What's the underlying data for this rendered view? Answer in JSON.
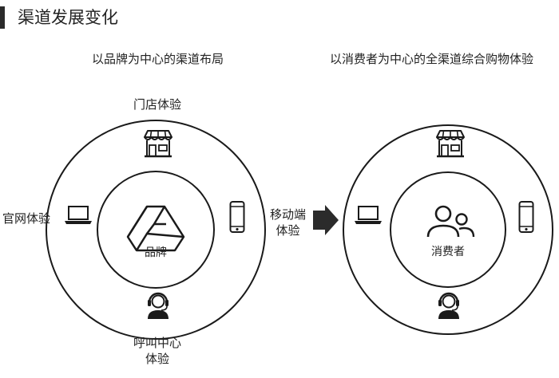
{
  "page": {
    "title": "渠道发展变化"
  },
  "left": {
    "caption": "以品牌为中心的渠道布局",
    "center": {
      "label": "品牌",
      "icon": "brand-logo-icon"
    },
    "channels": {
      "top": {
        "label": "门店体验",
        "icon": "store-icon"
      },
      "left": {
        "label": "官网体验",
        "icon": "laptop-icon"
      },
      "right": {
        "icon": "phone-icon"
      },
      "bottom": {
        "line1": "呼叫中心",
        "line2": "体验",
        "icon": "headset-icon"
      }
    }
  },
  "connector": {
    "line1": "移动端",
    "line2": "体验",
    "icon": "arrow-right-icon"
  },
  "right": {
    "caption": "以消费者为中心的全渠道综合购物体验",
    "center": {
      "label": "消费者",
      "icon": "consumers-icon"
    },
    "channels": {
      "top": {
        "icon": "store-icon"
      },
      "left": {
        "icon": "laptop-icon"
      },
      "right": {
        "icon": "phone-icon"
      },
      "bottom": {
        "icon": "headset-icon"
      }
    }
  },
  "colors": {
    "line": "#1a1a1a",
    "accent": "#2b2b2b",
    "background": "#ffffff"
  }
}
